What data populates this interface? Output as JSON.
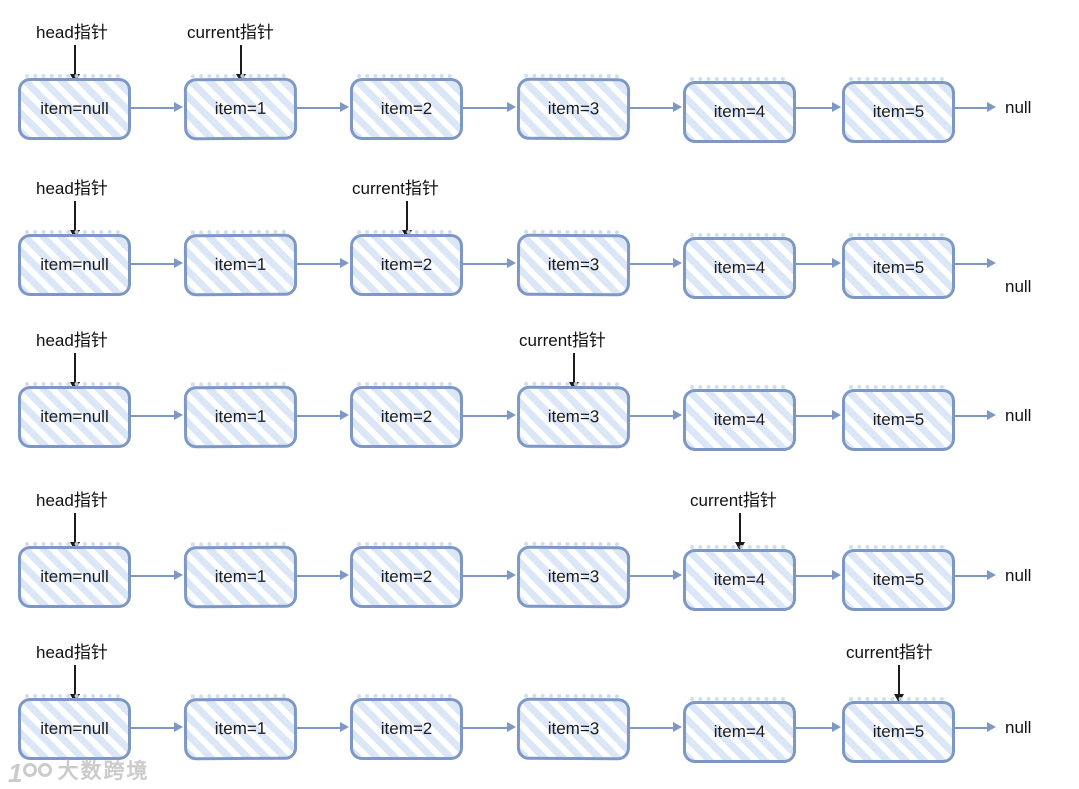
{
  "pointer_labels": {
    "head": "head指针",
    "current": "current指针"
  },
  "rows": [
    {
      "head_label": "head指针",
      "current_label": "current指针",
      "current_node": "item=1",
      "nodes": [
        "item=null",
        "item=1",
        "item=2",
        "item=3",
        "item=4",
        "item=5"
      ],
      "tail": "null"
    },
    {
      "head_label": "head指针",
      "current_label": "current指针",
      "current_node": "item=2",
      "nodes": [
        "item=null",
        "item=1",
        "item=2",
        "item=3",
        "item=4",
        "item=5"
      ],
      "tail": "null"
    },
    {
      "head_label": "head指针",
      "current_label": "current指针",
      "current_node": "item=3",
      "nodes": [
        "item=null",
        "item=1",
        "item=2",
        "item=3",
        "item=4",
        "item=5"
      ],
      "tail": "null"
    },
    {
      "head_label": "head指针",
      "current_label": "current指针",
      "current_node": "item=4",
      "nodes": [
        "item=null",
        "item=1",
        "item=2",
        "item=3",
        "item=4",
        "item=5"
      ],
      "tail": "null"
    },
    {
      "head_label": "head指针",
      "current_label": "current指针",
      "current_node": "item=5",
      "nodes": [
        "item=null",
        "item=1",
        "item=2",
        "item=3",
        "item=4",
        "item=5"
      ],
      "tail": "null"
    }
  ],
  "watermark": {
    "logo_digit": "1",
    "text": "大数跨境"
  },
  "colors": {
    "node_border": "#7d98c5",
    "node_stripe": "#dbe6f7",
    "node_background": "#ffffff",
    "link_arrow": "#7d98c5",
    "pointer_arrow": "#1b1b1b",
    "label_text": "#111111",
    "watermark": "#c6c6c6"
  }
}
